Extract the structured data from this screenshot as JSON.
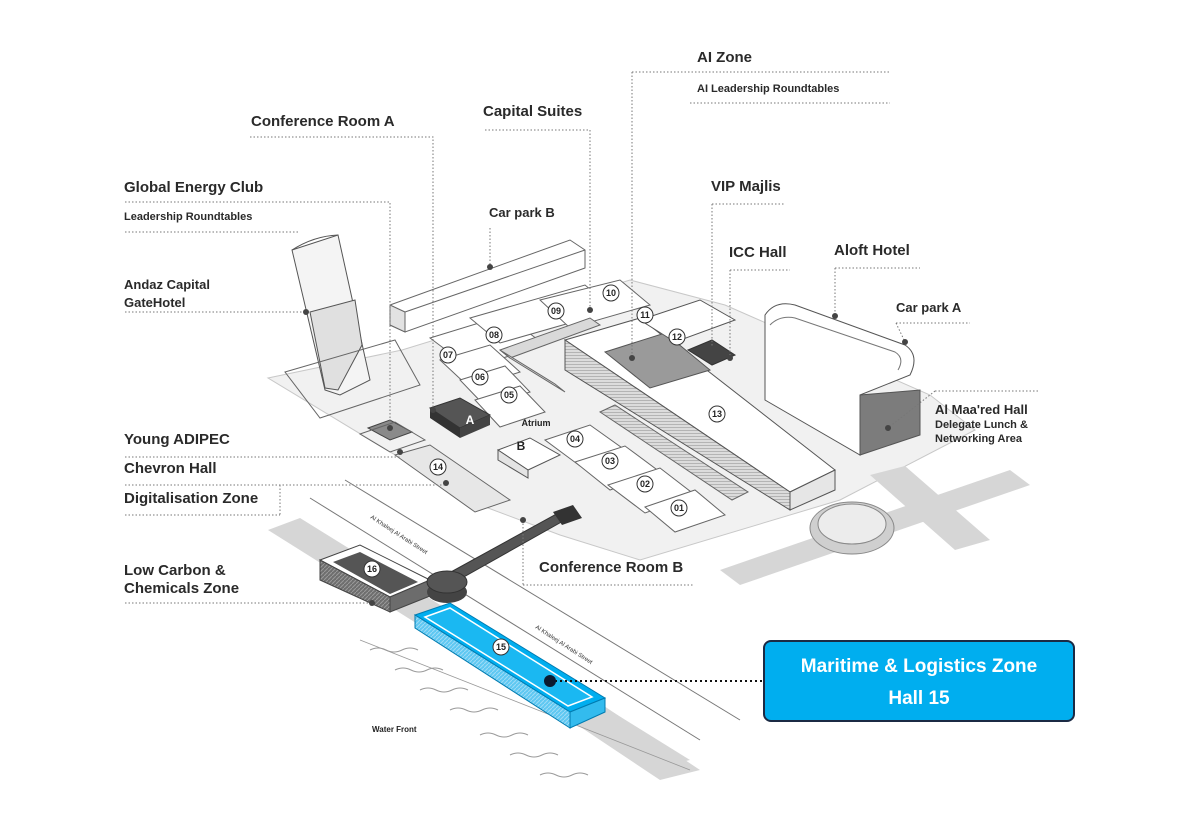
{
  "labels": {
    "ai_zone": "AI Zone",
    "ai_leadership": "AI Leadership  Roundtables",
    "capital_suites": "Capital Suites",
    "conference_room_a": "Conference Room A",
    "global_energy_club": "Global Energy Club",
    "leadership_roundtables": "Leadership Roundtables",
    "car_park_b": "Car park B",
    "vip_majlis": "VIP Majlis",
    "icc_hall": "ICC Hall",
    "aloft_hotel": "Aloft Hotel",
    "andaz_line1": "Andaz Capital",
    "andaz_line2": "GateHotel",
    "car_park_a": "Car park A",
    "al_maared_hall": "Al Maa'red Hall",
    "delegate_line1": "Delegate Lunch &",
    "delegate_line2": "Networking Area",
    "young_adipec": "Young ADIPEC",
    "chevron_hall": "Chevron Hall",
    "digitalisation_zone": "Digitalisation Zone",
    "low_carbon_line1": "Low Carbon &",
    "low_carbon_line2": "Chemicals Zone",
    "conference_room_b": "Conference Room B",
    "atrium": "Atrium",
    "water_front": "Water Front",
    "street_1": "Al Khaleej Al Arabi Street",
    "street_2": "Al Khaleej Al Arabi Street",
    "marker_a": "A",
    "marker_b": "B"
  },
  "halls": [
    "01",
    "02",
    "03",
    "04",
    "05",
    "06",
    "07",
    "08",
    "09",
    "10",
    "11",
    "12",
    "13",
    "14",
    "15",
    "16"
  ],
  "highlight": {
    "title": "Maritime & Logistics Zone",
    "subtitle": "Hall 15",
    "color": "#00aeef"
  }
}
